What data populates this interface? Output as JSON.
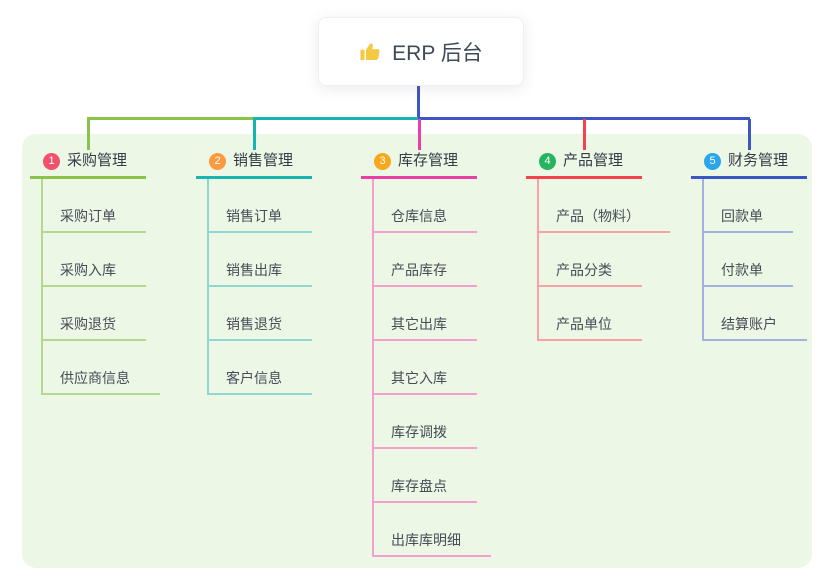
{
  "root": {
    "label": "ERP 后台",
    "icon": "thumbs-up-icon",
    "icon_color": "#f6c944",
    "card_bg": "#ffffff",
    "text_color": "#3f4a57"
  },
  "canvas": {
    "panel_bg": "#ecf7e5",
    "page_bg": "#ffffff",
    "trunk_color": "#3d56c5"
  },
  "branches": [
    {
      "num": "1",
      "label": "采购管理",
      "badge_color": "#f0516b",
      "line_color": "#8bc34a",
      "sub_line_color": "#b5d98c",
      "items": [
        "采购订单",
        "采购入库",
        "采购退货",
        "供应商信息"
      ]
    },
    {
      "num": "2",
      "label": "销售管理",
      "badge_color": "#fd9a3f",
      "line_color": "#16b6ae",
      "sub_line_color": "#8fd8d2",
      "items": [
        "销售订单",
        "销售出库",
        "销售退货",
        "客户信息"
      ]
    },
    {
      "num": "3",
      "label": "库存管理",
      "badge_color": "#f7a81c",
      "line_color": "#ec3fa5",
      "sub_line_color": "#f3a0cf",
      "items": [
        "仓库信息",
        "产品库存",
        "其它出库",
        "其它入库",
        "库存调拨",
        "库存盘点",
        "出库库明细"
      ]
    },
    {
      "num": "4",
      "label": "产品管理",
      "badge_color": "#27b45f",
      "line_color": "#f4434e",
      "sub_line_color": "#f7a2a7",
      "items": [
        "产品（物料）",
        "产品分类",
        "产品单位"
      ]
    },
    {
      "num": "5",
      "label": "财务管理",
      "badge_color": "#2ba6e9",
      "line_color": "#3d56c5",
      "sub_line_color": "#a2b1df",
      "items": [
        "回款单",
        "付款单",
        "结算账户"
      ]
    }
  ]
}
